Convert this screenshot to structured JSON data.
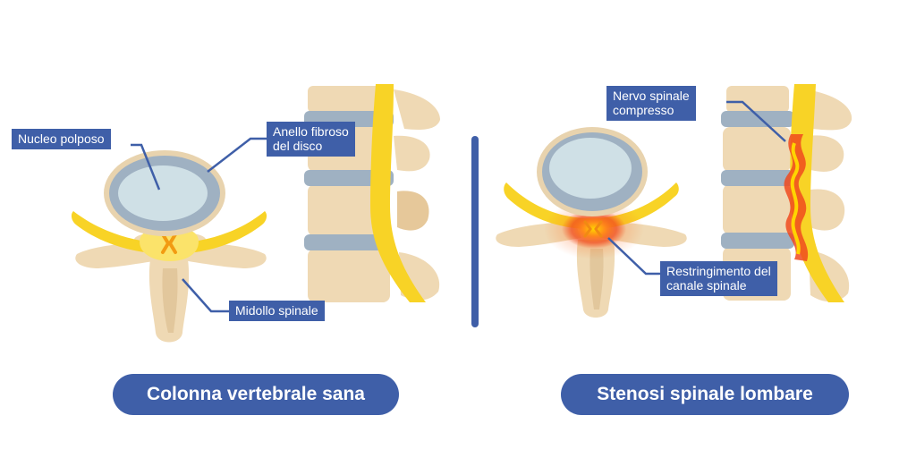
{
  "left_panel": {
    "title": "Colonna vertebrale sana",
    "labels": {
      "nucleus": "Nucleo polposo",
      "annulus_line1": "Anello fibroso",
      "annulus_line2": "del disco",
      "cord": "Midollo spinale"
    }
  },
  "right_panel": {
    "title": "Stenosi spinale lombare",
    "labels": {
      "nerve_line1": "Nervo spinale",
      "nerve_line2": "compresso",
      "narrowing_line1": "Restringimento del",
      "narrowing_line2": "canale spinale"
    }
  },
  "colors": {
    "accent_blue": "#3f5fa8",
    "bone": "#efd9b4",
    "bone_shadow": "#dfc08f",
    "disc_gray": "#9fb1c2",
    "nucleus": "#cfe0e6",
    "nerve_yellow": "#f8d326",
    "inflammation": "#f04a1e"
  }
}
